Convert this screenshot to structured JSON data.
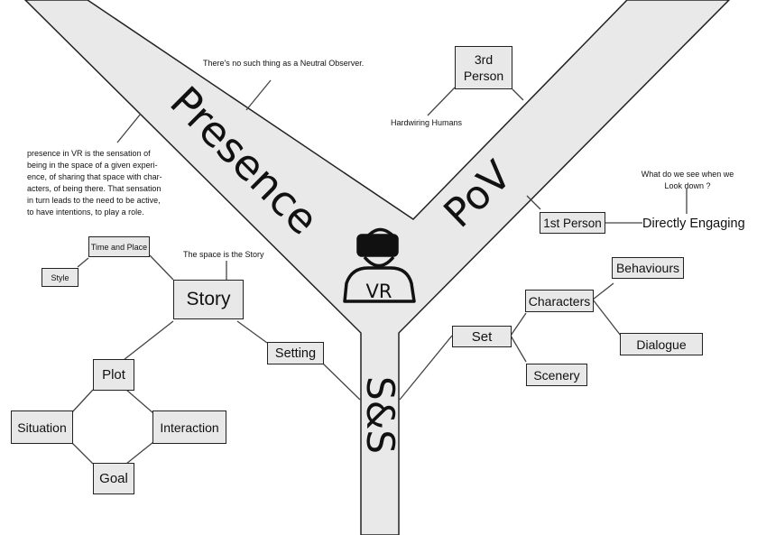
{
  "labels": {
    "presence": "Presence",
    "pov": "PoV",
    "ss": "S&S",
    "vr": "VR"
  },
  "notes": {
    "neutral_observer": "There's no such thing as a Neutral Observer.",
    "presence_def": "presence in VR is the sensation of being in the space of a given experi-ence, of sharing that space with char-acters, of being there. That sensation in turn leads to the need to be active, to have intentions, to play a role.",
    "hardwiring": "Hardwiring Humans",
    "look_down": "What do we see when we Look down ?",
    "space_story": "The space is the Story",
    "directly_engaging": "Directly Engaging"
  },
  "boxes": {
    "third_person": "3rd Person",
    "first_person": "1st Person",
    "story": "Story",
    "time_place": "Time and Place",
    "style": "Style",
    "setting": "Setting",
    "plot": "Plot",
    "situation": "Situation",
    "interaction": "Interaction",
    "goal": "Goal",
    "set": "Set",
    "characters": "Characters",
    "behaviours": "Behaviours",
    "dialogue": "Dialogue",
    "scenery": "Scenery"
  },
  "colors": {
    "road_fill": "#e9e9e9",
    "stroke": "#222222",
    "box_fill": "#e8e8e8"
  },
  "icons": {
    "vr": "vr-headset-person-icon"
  }
}
